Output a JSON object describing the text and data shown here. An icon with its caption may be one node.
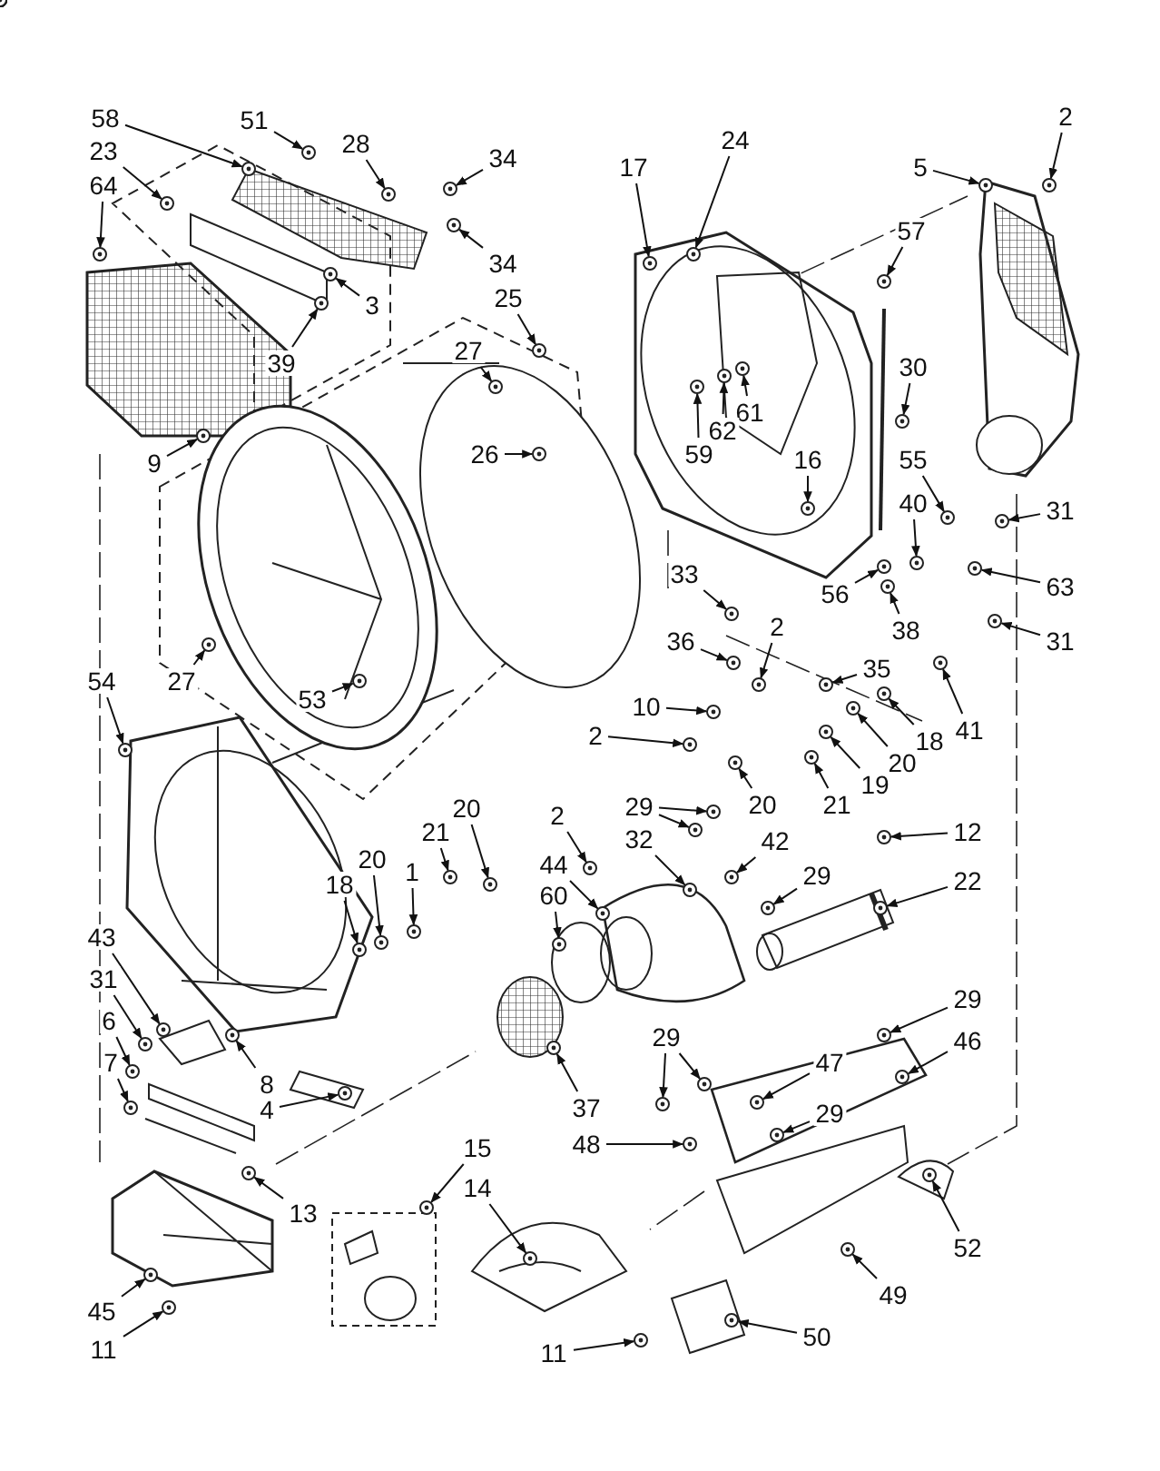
{
  "diagram": {
    "nodes": [
      {
        "text": [
          "58"
        ]
      },
      {
        "text": [
          "51"
        ]
      },
      {
        "text": [
          "28"
        ]
      },
      {
        "text": [
          "2"
        ]
      },
      {
        "text": [
          "24"
        ]
      },
      {
        "text": [
          "34"
        ]
      },
      {
        "text": [
          "23"
        ]
      },
      {
        "text": [
          "17"
        ]
      },
      {
        "text": [
          "5"
        ]
      },
      {
        "text": [
          "64"
        ]
      },
      {
        "text": [
          "57"
        ]
      },
      {
        "text": [
          "34"
        ]
      },
      {
        "text": [
          "25"
        ]
      },
      {
        "text": [
          "3"
        ]
      },
      {
        "text": [
          "27"
        ]
      },
      {
        "text": [
          "39"
        ]
      },
      {
        "text": [
          "30"
        ]
      },
      {
        "text": [
          "61"
        ]
      },
      {
        "text": [
          "62"
        ]
      },
      {
        "text": [
          "59"
        ]
      },
      {
        "text": [
          "26"
        ]
      },
      {
        "text": [
          "9"
        ]
      },
      {
        "text": [
          "16"
        ]
      },
      {
        "text": [
          "55"
        ]
      },
      {
        "text": [
          "40"
        ]
      },
      {
        "text": [
          "31"
        ]
      },
      {
        "text": [
          "33"
        ]
      },
      {
        "text": [
          "63"
        ]
      },
      {
        "text": [
          "56"
        ]
      },
      {
        "text": [
          "2"
        ]
      },
      {
        "text": [
          "38"
        ]
      },
      {
        "text": [
          "36"
        ]
      },
      {
        "text": [
          "31"
        ]
      },
      {
        "text": [
          "35"
        ]
      },
      {
        "text": [
          "54"
        ]
      },
      {
        "text": [
          "27"
        ]
      },
      {
        "text": [
          "53"
        ]
      },
      {
        "text": [
          "10"
        ]
      },
      {
        "text": [
          "2"
        ]
      },
      {
        "text": [
          "18"
        ]
      },
      {
        "text": [
          "41"
        ]
      },
      {
        "text": [
          "20"
        ]
      },
      {
        "text": [
          "19"
        ]
      },
      {
        "text": [
          "21"
        ]
      },
      {
        "text": [
          "20"
        ]
      },
      {
        "text": [
          "29"
        ]
      },
      {
        "text": [
          "20"
        ]
      },
      {
        "text": [
          "2"
        ]
      },
      {
        "text": [
          "12"
        ]
      },
      {
        "text": [
          "21"
        ]
      },
      {
        "text": [
          "32"
        ]
      },
      {
        "text": [
          "42"
        ]
      },
      {
        "text": [
          "44"
        ]
      },
      {
        "text": [
          "18"
        ]
      },
      {
        "text": [
          "20"
        ]
      },
      {
        "text": [
          "1"
        ]
      },
      {
        "text": [
          "29"
        ]
      },
      {
        "text": [
          "22"
        ]
      },
      {
        "text": [
          "60"
        ]
      },
      {
        "text": [
          "43"
        ]
      },
      {
        "text": [
          "31"
        ]
      },
      {
        "text": [
          "29"
        ]
      },
      {
        "text": [
          "6"
        ]
      },
      {
        "text": [
          "29"
        ]
      },
      {
        "text": [
          "46"
        ]
      },
      {
        "text": [
          "7"
        ]
      },
      {
        "text": [
          "47"
        ]
      },
      {
        "text": [
          "8"
        ]
      },
      {
        "text": [
          "4"
        ]
      },
      {
        "text": [
          "37"
        ]
      },
      {
        "text": [
          "29"
        ]
      },
      {
        "text": [
          "48"
        ]
      },
      {
        "text": [
          "15"
        ]
      },
      {
        "text": [
          "14"
        ]
      },
      {
        "text": [
          "13"
        ]
      },
      {
        "text": [
          "52"
        ]
      },
      {
        "text": [
          "49"
        ]
      },
      {
        "text": [
          "45"
        ]
      },
      {
        "text": [
          "50"
        ]
      },
      {
        "text": [
          "11"
        ]
      },
      {
        "text": [
          "11"
        ]
      },
      {
        "text": [],
        "shape": "picture"
      },
      {
        "text": [],
        "shape": "picture"
      },
      {
        "text": [],
        "shape": "picture"
      },
      {
        "text": [],
        "shape": "picture"
      },
      {
        "text": [],
        "shape": "picture"
      },
      {
        "text": [],
        "shape": "picture"
      },
      {
        "text": [],
        "shape": "picture"
      },
      {
        "text": [],
        "shape": "picture"
      },
      {
        "text": [],
        "shape": "picture"
      },
      {
        "text": [],
        "shape": "picture"
      },
      {
        "text": [],
        "shape": "picture"
      },
      {
        "text": [],
        "shape": "picture"
      },
      {
        "text": [],
        "shape": "picture"
      },
      {
        "text": [],
        "shape": "picture"
      },
      {
        "text": [],
        "shape": "picture"
      },
      {
        "text": [],
        "shape": "picture"
      },
      {
        "text": [],
        "shape": "picture"
      },
      {
        "text": [],
        "shape": "picture"
      },
      {
        "text": [],
        "shape": "picture"
      },
      {
        "text": [],
        "shape": "picture"
      },
      {
        "text": [],
        "shape": "picture"
      },
      {
        "text": [],
        "shape": "picture"
      },
      {
        "text": [],
        "shape": "picture"
      },
      {
        "text": [],
        "shape": "picture"
      },
      {
        "text": [],
        "shape": "picture"
      },
      {
        "text": [],
        "shape": "picture"
      },
      {
        "text": [],
        "shape": "picture"
      },
      {
        "text": [],
        "shape": "picture"
      },
      {
        "text": [],
        "shape": "picture"
      },
      {
        "text": [],
        "shape": "picture"
      },
      {
        "text": [],
        "shape": "picture"
      },
      {
        "text": [],
        "shape": "picture"
      },
      {
        "text": [],
        "shape": "picture"
      },
      {
        "text": [],
        "shape": "picture"
      },
      {
        "text": [],
        "shape": "picture"
      },
      {
        "text": [],
        "shape": "picture"
      },
      {
        "text": [],
        "shape": "picture"
      },
      {
        "text": [],
        "shape": "picture"
      },
      {
        "text": [],
        "shape": "picture"
      },
      {
        "text": [],
        "shape": "picture"
      },
      {
        "text": [],
        "shape": "picture"
      },
      {
        "text": [],
        "shape": "picture"
      },
      {
        "text": [],
        "shape": "picture"
      },
      {
        "text": [],
        "shape": "picture"
      },
      {
        "text": [],
        "shape": "picture"
      },
      {
        "text": [],
        "shape": "picture"
      },
      {
        "text": [],
        "shape": "picture"
      },
      {
        "text": [],
        "shape": "picture"
      },
      {
        "text": [],
        "shape": "picture"
      },
      {
        "text": [],
        "shape": "picture"
      },
      {
        "text": [],
        "shape": "picture"
      },
      {
        "text": [],
        "shape": "picture"
      },
      {
        "text": [],
        "shape": "picture"
      },
      {
        "text": [],
        "shape": "picture"
      },
      {
        "text": [],
        "shape": "picture"
      },
      {
        "text": [],
        "shape": "picture"
      },
      {
        "text": [],
        "shape": "picture"
      },
      {
        "text": [],
        "shape": "picture"
      },
      {
        "text": [],
        "shape": "picture"
      },
      {
        "text": [],
        "shape": "picture"
      },
      {
        "text": [],
        "shape": "picture"
      },
      {
        "text": [],
        "shape": "picture"
      },
      {
        "text": [],
        "shape": "picture"
      },
      {
        "text": [],
        "shape": "picture"
      },
      {
        "text": [],
        "shape": "picture"
      },
      {
        "text": [],
        "shape": "picture"
      },
      {
        "text": [],
        "shape": "picture"
      },
      {
        "text": [],
        "shape": "picture"
      },
      {
        "text": [],
        "shape": "picture"
      },
      {
        "text": [],
        "shape": "picture"
      },
      {
        "text": [],
        "shape": "picture"
      },
      {
        "text": [],
        "shape": "picture"
      },
      {
        "text": [],
        "shape": "picture"
      },
      {
        "text": [],
        "shape": "picture"
      },
      {
        "text": [],
        "shape": "picture"
      },
      {
        "text": [],
        "shape": "picture"
      },
      {
        "text": [],
        "shape": "picture"
      },
      {
        "text": [],
        "shape": "picture"
      },
      {
        "text": [],
        "shape": "picture"
      },
      {
        "text": [],
        "shape": "picture"
      },
      {
        "text": [],
        "shape": "picture"
      },
      {
        "text": [],
        "shape": "picture"
      },
      {
        "text": [],
        "shape": "picture"
      },
      {
        "text": [],
        "shape": "picture"
      },
      {
        "text": [],
        "shape": "picture"
      },
      {
        "text": [],
        "shape": "picture"
      },
      {
        "text": [],
        "shape": "picture"
      },
      {
        "text": [],
        "shape": "picture"
      },
      {
        "text": [],
        "shape": "picture"
      },
      {
        "text": [],
        "shape": "picture"
      },
      {
        "text": [],
        "shape": "picture"
      },
      {
        "text": [],
        "shape": "picture"
      },
      {
        "text": [],
        "shape": "picture"
      }
    ],
    "edges": [
      {
        "from": 0,
        "to": 81,
        "arrow": "to"
      },
      {
        "from": 1,
        "to": 82,
        "arrow": "to"
      },
      {
        "from": 2,
        "to": 83,
        "arrow": "to"
      },
      {
        "from": 3,
        "to": 84,
        "arrow": "to"
      },
      {
        "from": 4,
        "to": 85,
        "arrow": "to"
      },
      {
        "from": 5,
        "to": 86,
        "arrow": "to"
      },
      {
        "from": 6,
        "to": 87,
        "arrow": "to"
      },
      {
        "from": 7,
        "to": 88,
        "arrow": "to"
      },
      {
        "from": 8,
        "to": 89,
        "arrow": "to"
      },
      {
        "from": 9,
        "to": 90,
        "arrow": "to"
      },
      {
        "from": 10,
        "to": 91,
        "arrow": "to"
      },
      {
        "from": 11,
        "to": 92,
        "arrow": "to"
      },
      {
        "from": 12,
        "to": 93,
        "arrow": "to"
      },
      {
        "from": 13,
        "to": 94,
        "arrow": "to"
      },
      {
        "from": 14,
        "to": 95,
        "arrow": "to"
      },
      {
        "from": 15,
        "to": 96,
        "arrow": "to"
      },
      {
        "from": 16,
        "to": 97,
        "arrow": "to"
      },
      {
        "from": 17,
        "to": 98,
        "arrow": "to"
      },
      {
        "from": 18,
        "to": 99,
        "arrow": "to"
      },
      {
        "from": 19,
        "to": 100,
        "arrow": "to"
      },
      {
        "from": 20,
        "to": 101,
        "arrow": "to"
      },
      {
        "from": 21,
        "to": 102,
        "arrow": "to"
      },
      {
        "from": 22,
        "to": 103,
        "arrow": "to"
      },
      {
        "from": 23,
        "to": 104,
        "arrow": "to"
      },
      {
        "from": 24,
        "to": 105,
        "arrow": "to"
      },
      {
        "from": 25,
        "to": 106,
        "arrow": "to"
      },
      {
        "from": 26,
        "to": 107,
        "arrow": "to"
      },
      {
        "from": 27,
        "to": 108,
        "arrow": "to"
      },
      {
        "from": 28,
        "to": 109,
        "arrow": "to"
      },
      {
        "from": 29,
        "to": 110,
        "arrow": "to"
      },
      {
        "from": 30,
        "to": 111,
        "arrow": "to"
      },
      {
        "from": 31,
        "to": 112,
        "arrow": "to"
      },
      {
        "from": 32,
        "to": 113,
        "arrow": "to"
      },
      {
        "from": 33,
        "to": 114,
        "arrow": "to"
      },
      {
        "from": 34,
        "to": 115,
        "arrow": "to"
      },
      {
        "from": 35,
        "to": 116,
        "arrow": "to"
      },
      {
        "from": 36,
        "to": 117,
        "arrow": "to"
      },
      {
        "from": 37,
        "to": 118,
        "arrow": "to"
      },
      {
        "from": 38,
        "to": 119,
        "arrow": "to"
      },
      {
        "from": 39,
        "to": 120,
        "arrow": "to"
      },
      {
        "from": 40,
        "to": 121,
        "arrow": "to"
      },
      {
        "from": 41,
        "to": 122,
        "arrow": "to"
      },
      {
        "from": 42,
        "to": 123,
        "arrow": "to"
      },
      {
        "from": 43,
        "to": 124,
        "arrow": "to"
      },
      {
        "from": 44,
        "to": 125,
        "arrow": "to"
      },
      {
        "from": 45,
        "to": 126,
        "arrow": "to"
      },
      {
        "from": 45,
        "to": 127,
        "arrow": "to"
      },
      {
        "from": 46,
        "to": 128,
        "arrow": "to"
      },
      {
        "from": 47,
        "to": 129,
        "arrow": "to"
      },
      {
        "from": 48,
        "to": 130,
        "arrow": "to"
      },
      {
        "from": 49,
        "to": 131,
        "arrow": "to"
      },
      {
        "from": 50,
        "to": 132,
        "arrow": "to"
      },
      {
        "from": 51,
        "to": 133,
        "arrow": "to"
      },
      {
        "from": 52,
        "to": 134,
        "arrow": "to"
      },
      {
        "from": 53,
        "to": 135,
        "arrow": "to"
      },
      {
        "from": 54,
        "to": 136,
        "arrow": "to"
      },
      {
        "from": 55,
        "to": 137,
        "arrow": "to"
      },
      {
        "from": 56,
        "to": 138,
        "arrow": "to"
      },
      {
        "from": 57,
        "to": 139,
        "arrow": "to"
      },
      {
        "from": 58,
        "to": 140,
        "arrow": "to"
      },
      {
        "from": 59,
        "to": 141,
        "arrow": "to"
      },
      {
        "from": 60,
        "to": 142,
        "arrow": "to"
      },
      {
        "from": 61,
        "to": 143,
        "arrow": "to"
      },
      {
        "from": 62,
        "to": 144,
        "arrow": "to"
      },
      {
        "from": 63,
        "to": 145,
        "arrow": "to"
      },
      {
        "from": 63,
        "to": 146,
        "arrow": "to"
      },
      {
        "from": 64,
        "to": 147,
        "arrow": "to"
      },
      {
        "from": 65,
        "to": 148,
        "arrow": "to"
      },
      {
        "from": 66,
        "to": 149,
        "arrow": "to"
      },
      {
        "from": 67,
        "to": 150,
        "arrow": "to"
      },
      {
        "from": 68,
        "to": 151,
        "arrow": "to"
      },
      {
        "from": 69,
        "to": 152,
        "arrow": "to"
      },
      {
        "from": 70,
        "to": 153,
        "arrow": "to"
      },
      {
        "from": 71,
        "to": 154,
        "arrow": "to"
      },
      {
        "from": 72,
        "to": 155,
        "arrow": "to"
      },
      {
        "from": 73,
        "to": 156,
        "arrow": "to"
      },
      {
        "from": 74,
        "to": 157,
        "arrow": "to"
      },
      {
        "from": 75,
        "to": 158,
        "arrow": "to"
      },
      {
        "from": 76,
        "to": 159,
        "arrow": "to"
      },
      {
        "from": 77,
        "to": 160,
        "arrow": "to"
      },
      {
        "from": 78,
        "to": 161,
        "arrow": "to"
      },
      {
        "from": 79,
        "to": 162,
        "arrow": "to"
      },
      {
        "from": 80,
        "to": 163,
        "arrow": "to"
      }
    ]
  }
}
